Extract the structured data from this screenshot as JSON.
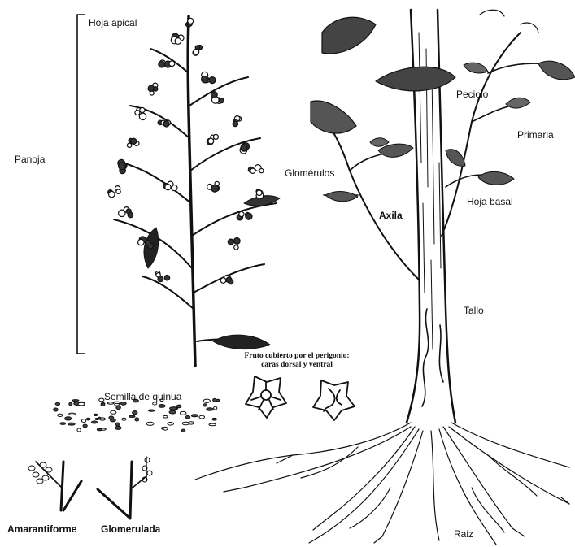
{
  "labels": {
    "hoja_apical": "Hoja apical",
    "panoja": "Panoja",
    "glomerulos": "Glomérulos",
    "axila": "Axila",
    "peciolo": "Peciolo",
    "primaria": "Primaria",
    "hoja_basal": "Hoja basal",
    "tallo": "Tallo",
    "fruto_line1": "Fruto cubierto por el perigonio:",
    "fruto_line2": "caras dorsal y ventral",
    "semilla": "Semilla de quinua",
    "amarantiforme": "Amarantiforme",
    "glomerulada": "Glomerulada",
    "raiz": "Raiz"
  },
  "colors": {
    "ink": "#111111",
    "background": "#ffffff"
  }
}
